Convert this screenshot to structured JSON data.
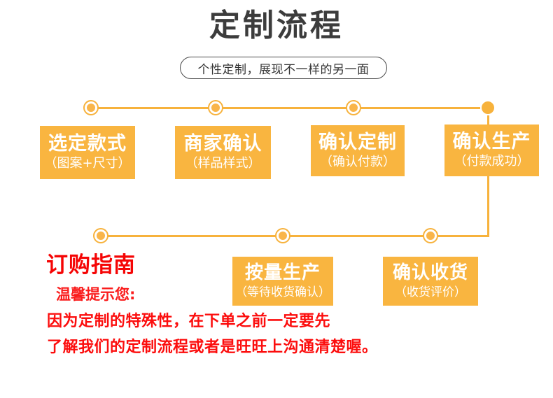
{
  "header": {
    "title": "定制流程",
    "subtitle": "个性定制，展现不一样的另一面"
  },
  "colors": {
    "orange": "#f9b540",
    "line_orange": "#f7b23c",
    "title_gray": "#3c3c3c",
    "red": "#fc0d0d",
    "white": "#ffffff"
  },
  "flow": {
    "steps": [
      {
        "title": "选定款式",
        "sub": "（图案+尺寸）"
      },
      {
        "title": "商家确认",
        "sub": "（样品样式）"
      },
      {
        "title": "确认定制",
        "sub": "（确认付款）"
      },
      {
        "title": "确认生产",
        "sub": "（付款成功）"
      },
      {
        "title": "按量生产",
        "sub": "（等待收货确认）"
      },
      {
        "title": "确认收货",
        "sub": "（收货评价）"
      }
    ]
  },
  "guide": {
    "heading": "订购指南",
    "sub": "温馨提示您:",
    "line1": "因为定制的特殊性，在下单之前一定要先",
    "line2": "了解我们的定制流程或者是旺旺上沟通清楚喔。"
  }
}
